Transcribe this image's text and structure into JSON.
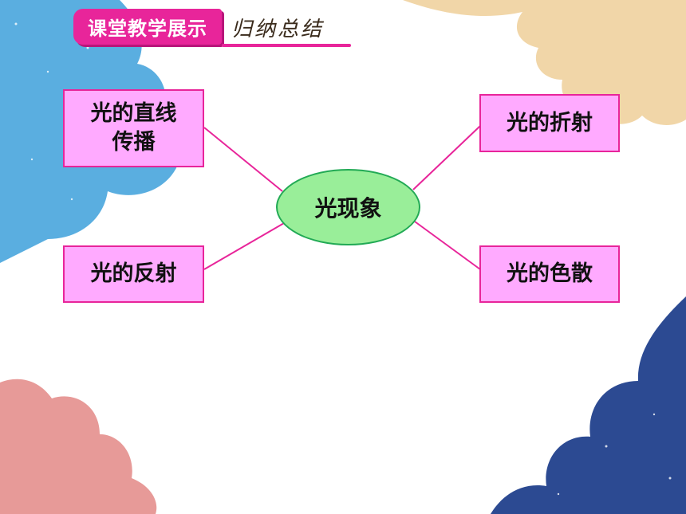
{
  "header": {
    "badge_text": "课堂教学展示",
    "subtitle": "归纳总结"
  },
  "diagram": {
    "center": "光现象",
    "nodes": [
      {
        "id": "straight",
        "label": "光的直线传播",
        "line1": "光的直线",
        "line2": "传播"
      },
      {
        "id": "reflection",
        "label": "光的反射"
      },
      {
        "id": "refraction",
        "label": "光的折射"
      },
      {
        "id": "dispersion",
        "label": "光的色散"
      }
    ]
  },
  "colors": {
    "node_fill": "#ffaaff",
    "node_border": "#e8259a",
    "center_fill": "#99ee99",
    "center_border": "#22aa55",
    "connector": "#e8259a",
    "badge": "#e8259a",
    "cloud_blue": "#5aaee0",
    "cloud_tan": "#f1d6a8",
    "cloud_pink": "#e79a98",
    "cloud_navy": "#2c4a92"
  }
}
